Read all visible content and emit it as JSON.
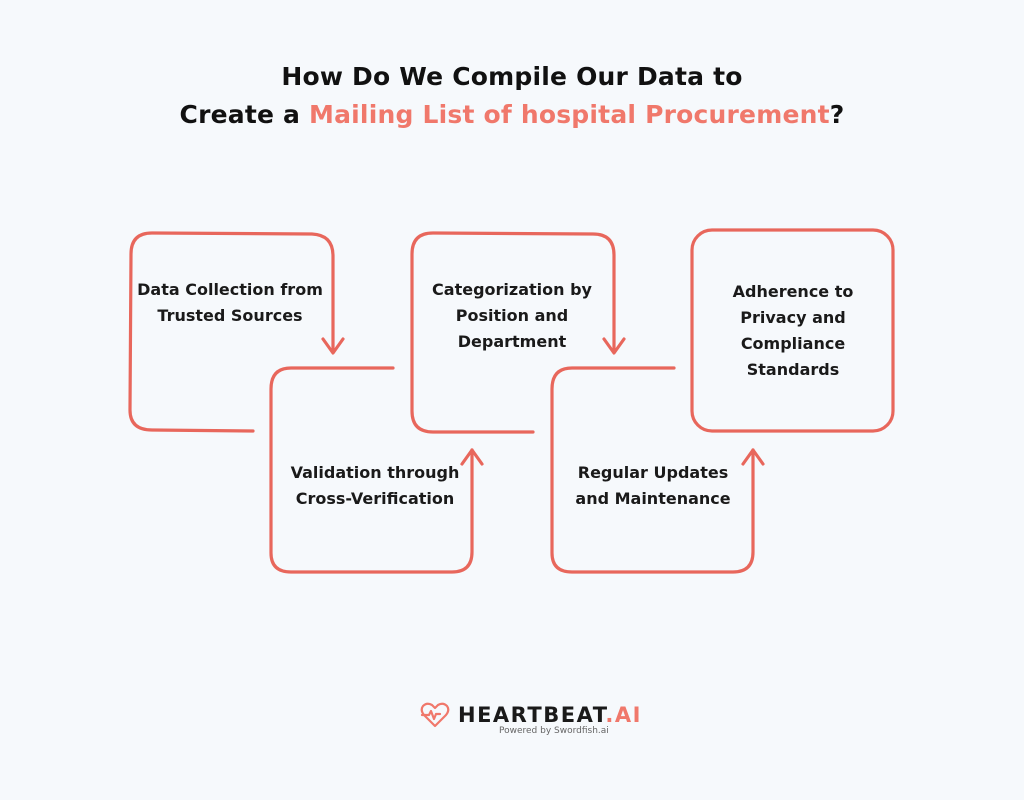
{
  "title": {
    "line1": "How Do We Compile Our Data to",
    "line2_prefix": "Create a ",
    "line2_highlight": "Mailing List of hospital Procurement",
    "line2_suffix": "?"
  },
  "steps": [
    {
      "label": "Data Collection from Trusted Sources"
    },
    {
      "label": "Validation through Cross-Verification"
    },
    {
      "label": "Categorization by Position and Department"
    },
    {
      "label": "Regular Updates and Maintenance"
    },
    {
      "label": "Adherence to Privacy and Compliance Standards"
    }
  ],
  "footer": {
    "brand_main": "HEARTBEAT",
    "brand_suffix": ".AI",
    "powered_by": "Powered by Swordfish.ai"
  },
  "colors": {
    "accent": "#e8675c",
    "background": "#f6f9fc"
  }
}
